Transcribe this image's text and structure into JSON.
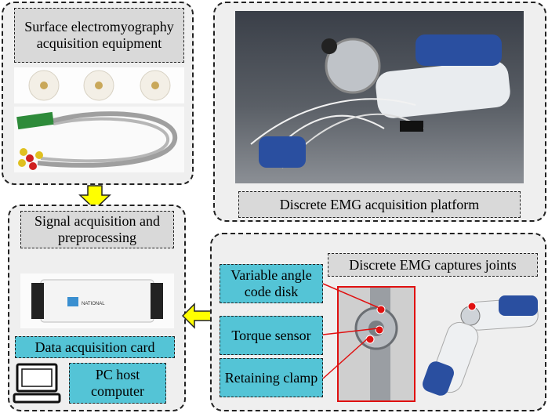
{
  "panels": {
    "top_left": {
      "title": "Surface electromyography acquisition equipment"
    },
    "top_right": {
      "caption": "Discrete EMG acquisition platform"
    },
    "bottom_left": {
      "title": "Signal acquisition and preprocessing",
      "daq_card": "Data acquisition card",
      "pc_host": "PC host computer"
    },
    "bottom_right": {
      "title": "Discrete EMG captures joints",
      "labels": [
        "Variable angle code disk",
        "Torque sensor",
        "Retaining clamp"
      ]
    }
  },
  "colors": {
    "accent_cyan": "#54c4d6",
    "arrow_yellow": "#ffff00",
    "label_gray": "#d9d9d9",
    "marker_red": "#e01010"
  }
}
